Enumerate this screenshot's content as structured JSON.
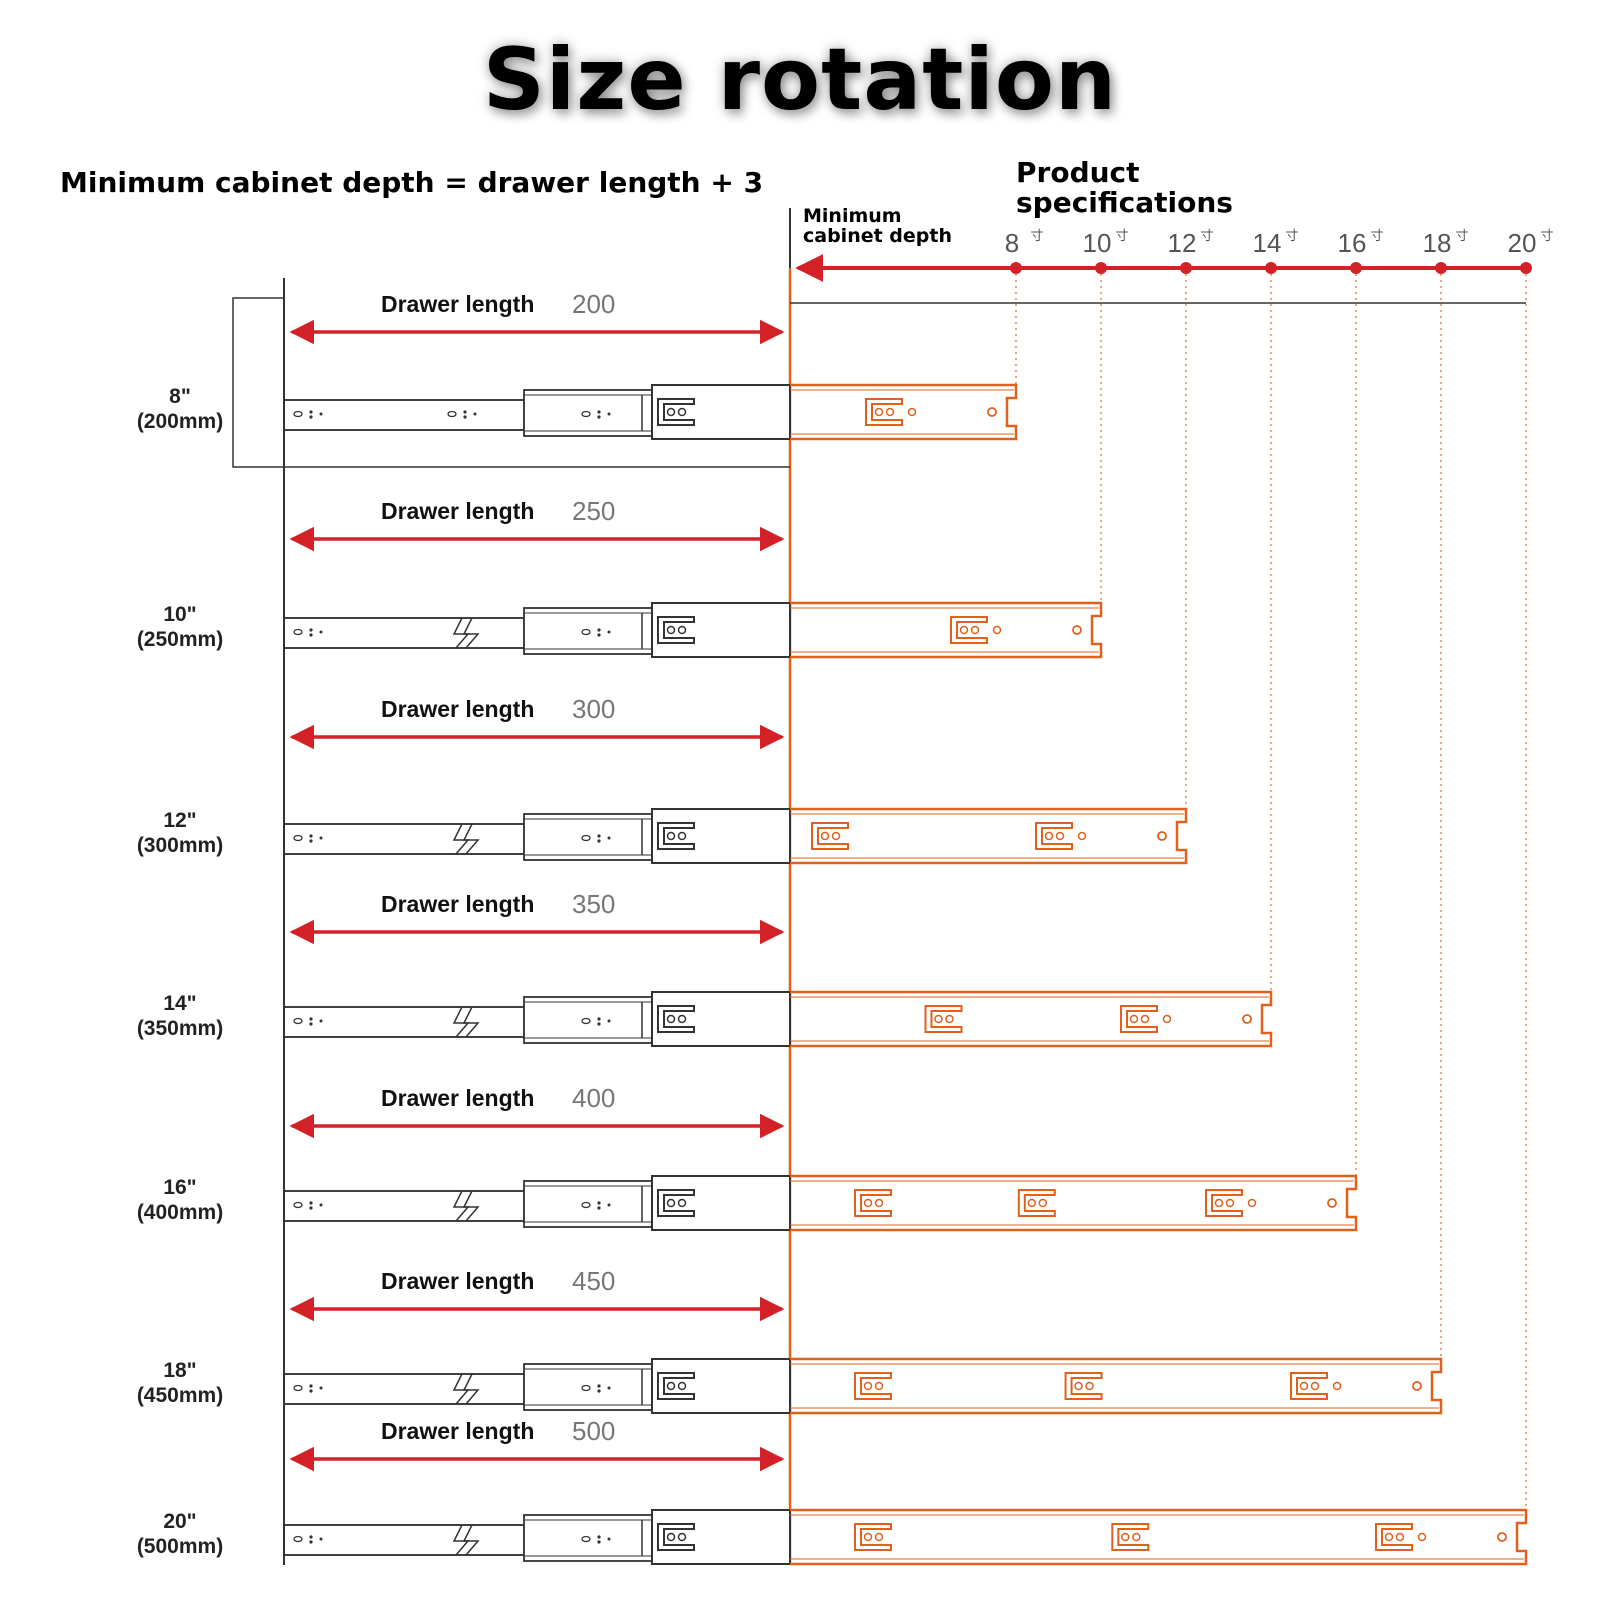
{
  "title": "Size rotation",
  "formula": "Minimum cabinet depth = drawer length + 3",
  "spec_title": [
    "Product",
    "specifications"
  ],
  "depth_label": [
    "Minimum",
    "cabinet depth"
  ],
  "drawer_label": "Drawer length",
  "spec_ticks": [
    {
      "label": "8",
      "unit": "寸"
    },
    {
      "label": "10",
      "unit": "寸"
    },
    {
      "label": "12",
      "unit": "寸"
    },
    {
      "label": "14",
      "unit": "寸"
    },
    {
      "label": "16",
      "unit": "寸"
    },
    {
      "label": "18",
      "unit": "寸"
    },
    {
      "label": "20",
      "unit": "寸"
    }
  ],
  "rows": [
    {
      "inch": "8\"",
      "mm": "(200mm)",
      "drawer_length": "200",
      "brackets": 0
    },
    {
      "inch": "10\"",
      "mm": "(250mm)",
      "drawer_length": "250",
      "brackets": 0
    },
    {
      "inch": "12\"",
      "mm": "(300mm)",
      "drawer_length": "300",
      "brackets": 1
    },
    {
      "inch": "14\"",
      "mm": "(350mm)",
      "drawer_length": "350",
      "brackets": 1
    },
    {
      "inch": "16\"",
      "mm": "(400mm)",
      "drawer_length": "400",
      "brackets": 2
    },
    {
      "inch": "18\"",
      "mm": "(450mm)",
      "drawer_length": "450",
      "brackets": 2
    },
    {
      "inch": "20\"",
      "mm": "(500mm)",
      "drawer_length": "500",
      "brackets": 2
    }
  ],
  "colors": {
    "red": "#d42027",
    "orange": "#e0601c",
    "dark": "#333333",
    "gray": "#888888"
  }
}
